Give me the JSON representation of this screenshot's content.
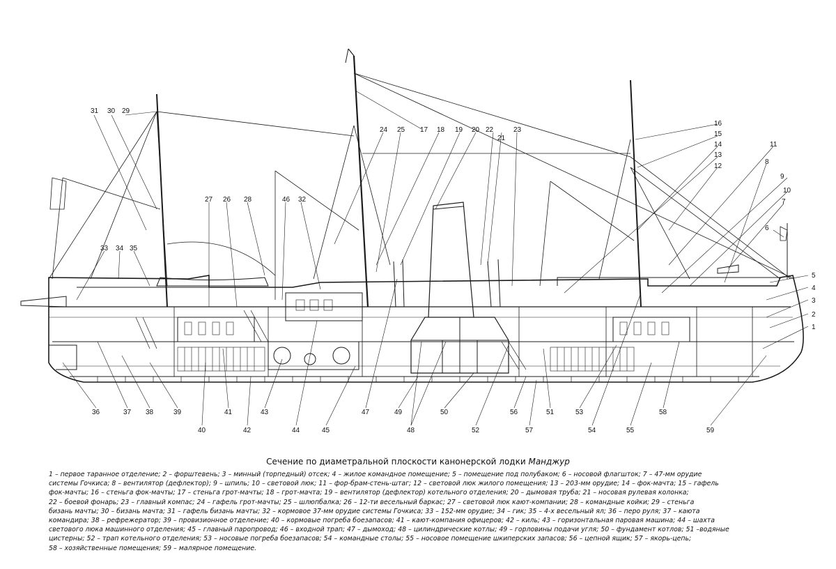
{
  "callouts": [
    "1",
    "2",
    "3",
    "4",
    "5",
    "6",
    "7",
    "8",
    "9",
    "10",
    "11",
    "12",
    "13",
    "14",
    "15",
    "16",
    "17",
    "18",
    "19",
    "20",
    "21",
    "22",
    "23",
    "24",
    "25",
    "26",
    "27",
    "28",
    "29",
    "30",
    "31",
    "32",
    "33",
    "34",
    "35",
    "36",
    "37",
    "38",
    "39",
    "40",
    "41",
    "42",
    "43",
    "44",
    "45",
    "46",
    "47",
    "48",
    "49",
    "50",
    "51",
    "52",
    "53",
    "54",
    "55",
    "56",
    "57",
    "58",
    "59"
  ],
  "caption": {
    "title_prefix": "Сечение по диаметральной плоскости канонерской лодки ",
    "title_name": "Манджур",
    "legend_lines": [
      "1 – первое таранное отделение; 2 – форштевень; 3 – минный (торпедный) отсек; 4 – жилое командное помещение; 5 – помещение под полубаком; 6 – носовой флагшток; 7 – 47-мм орудие",
      "системы Гочкиса; 8 – вентилятор (дефлектор); 9 – шпиль; 10 – световой люк; 11 – фор-брам-стень-штаг; 12 – световой люк жилого помещения; 13 – 203-мм орудие; 14 – фок-мачта; 15 – гафель",
      "фок-мачты; 16 – стеньга фок-мачты; 17 – стеньга грот-мачты; 18 – грот-мачта; 19 – вентилятор (дефлектор) котельного отделения; 20 – дымовая труба; 21 – носовая рулевая колонка;",
      "22 – боевой фонарь; 23 – главный компас; 24 – гафель грот-мачты; 25 – шлюпбалка; 26 – 12-ти весельный баркас; 27 – световой люк кают-компании; 28 – командные койки; 29 – стеньга",
      "бизань мачты; 30 – бизань мачта; 31 – гафель бизань мачты; 32 – кормовое 37-мм орудие системы Гочкиса; 33 – 152-мм орудие; 34 – гик; 35 – 4-х весельный ял; 36 – перо руля; 37 – каюта",
      "командира; 38 – рефрежератор; 39 – провизионное отделение; 40 – кормовые погреба боезапасов; 41 – кают-компания офицеров; 42 – киль; 43 – горизонтальная паровая машина; 44 – шахта",
      "светового люка машинного отделения; 45 – главный паропровод; 46 – входной трап; 47 – дымоход; 48 – цилиндрические котлы; 49 – горловины подачи угля; 50 – фундамент котлов; 51 –водяные",
      "цистерны; 52 – трап котельного отделения; 53 – носовые погреба боезапасов; 54 – командные столы; 55 – носовое помещение шкиперских запасов; 56 – цепной ящик; 57 – якорь-цепь;",
      "58 – хозяйственные помещения; 59 – малярное помещение."
    ]
  }
}
